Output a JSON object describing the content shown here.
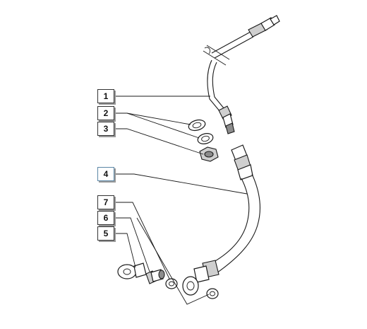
{
  "callouts": [
    {
      "label": "1",
      "part": "upper-pipe"
    },
    {
      "label": "2",
      "part": "washers"
    },
    {
      "label": "3",
      "part": "nut"
    },
    {
      "label": "4",
      "part": "lower-hose"
    },
    {
      "label": "7",
      "part": "small-washer"
    },
    {
      "label": "6",
      "part": "banjo-bolt"
    },
    {
      "label": "5",
      "part": "banjo-fitting"
    }
  ],
  "highlight_color": "#5a86a6"
}
